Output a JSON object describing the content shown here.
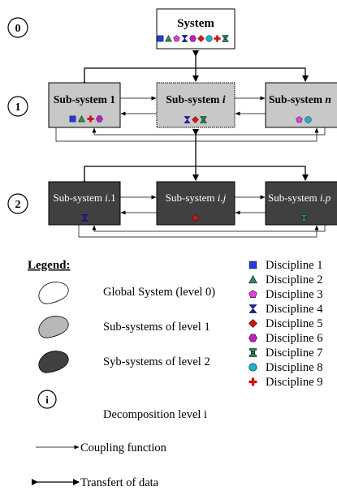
{
  "levels": [
    "0",
    "1",
    "2"
  ],
  "system": {
    "label": "System"
  },
  "level1": [
    {
      "text": "Sub-system 1",
      "base": "Sub-system 1",
      "italic": ""
    },
    {
      "text": "Sub-system i",
      "base": "Sub-system ",
      "italic": "i"
    },
    {
      "text": "Sub-system n",
      "base": "Sub-system ",
      "italic": "n"
    }
  ],
  "level2": [
    {
      "text": "Sub-system i.1",
      "base": "Sub-system ",
      "italic": "i",
      "suffix": ".1"
    },
    {
      "text": "Sub-system i.j",
      "base": "Sub-system ",
      "italic": "i.j",
      "suffix": ""
    },
    {
      "text": "Sub-system i.p",
      "base": "Sub-system ",
      "italic": "i.p",
      "suffix": ""
    }
  ],
  "legend": {
    "title": "Legend:",
    "global": "Global System (level 0)",
    "level1": "Sub-systems of level 1",
    "level2": "Syb-systems of level 2",
    "decomp_symbol": "i",
    "decomp": "Decomposition level i",
    "coupling": "Coupling function",
    "transfer": "Transfert of data"
  },
  "disciplines": [
    {
      "label": "Discipline 1",
      "icon": "square-icon",
      "color": "#1f3fe0"
    },
    {
      "label": "Discipline 2",
      "icon": "triangle-icon",
      "color": "#2e8b57"
    },
    {
      "label": "Discipline 3",
      "icon": "pentagon-icon",
      "color": "#e040e0"
    },
    {
      "label": "Discipline 4",
      "icon": "hourglass-icon",
      "color": "#1a1ad0"
    },
    {
      "label": "Discipline 5",
      "icon": "diamond-icon",
      "color": "#e01010"
    },
    {
      "label": "Discipline 6",
      "icon": "hexagon-icon",
      "color": "#c020c0"
    },
    {
      "label": "Discipline 7",
      "icon": "spool-icon",
      "color": "#2e8b57"
    },
    {
      "label": "Discipline 8",
      "icon": "circle-icon",
      "color": "#20b0d0"
    },
    {
      "label": "Discipline 9",
      "icon": "cross-icon",
      "color": "#d01010"
    }
  ]
}
